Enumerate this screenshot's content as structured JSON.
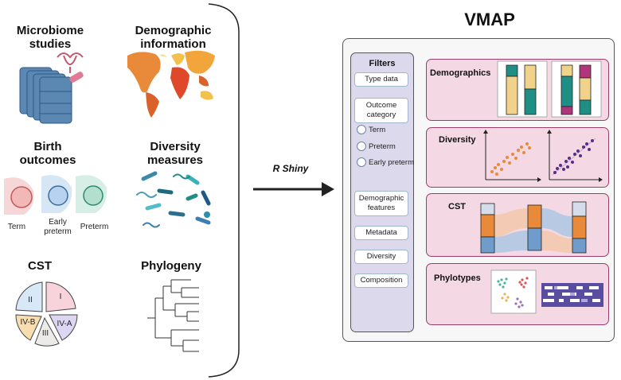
{
  "left": {
    "microbiome": "Microbiome studies",
    "demographic": "Demographic information",
    "birth": "Birth outcomes",
    "birth_labels": [
      "Term",
      "Early preterm",
      "Preterm"
    ],
    "diversity": "Diversity measures",
    "cst": "CST",
    "cst_segments": [
      "I",
      "II",
      "III",
      "IV-A",
      "IV-B"
    ],
    "phylogeny": "Phylogeny"
  },
  "arrow_label": "R Shiny",
  "app": {
    "title": "VMAP",
    "filters": {
      "title": "Filters",
      "buttons": [
        "Type data",
        "Outcome category",
        "Demographic features",
        "Metadata",
        "Diversity",
        "Composition"
      ],
      "radios": [
        "Term",
        "Preterm",
        "Early preterm"
      ]
    },
    "panels": [
      "Demographics",
      "Diversity",
      "CST",
      "Phylotypes"
    ]
  },
  "colors": {
    "teal": "#1f8f86",
    "tan": "#f1d28a",
    "magenta": "#b0357a",
    "orange": "#e88a3a",
    "purple": "#5a2c8e",
    "blue": "#6f9ccb",
    "panel_border": "#9a3d6a"
  }
}
